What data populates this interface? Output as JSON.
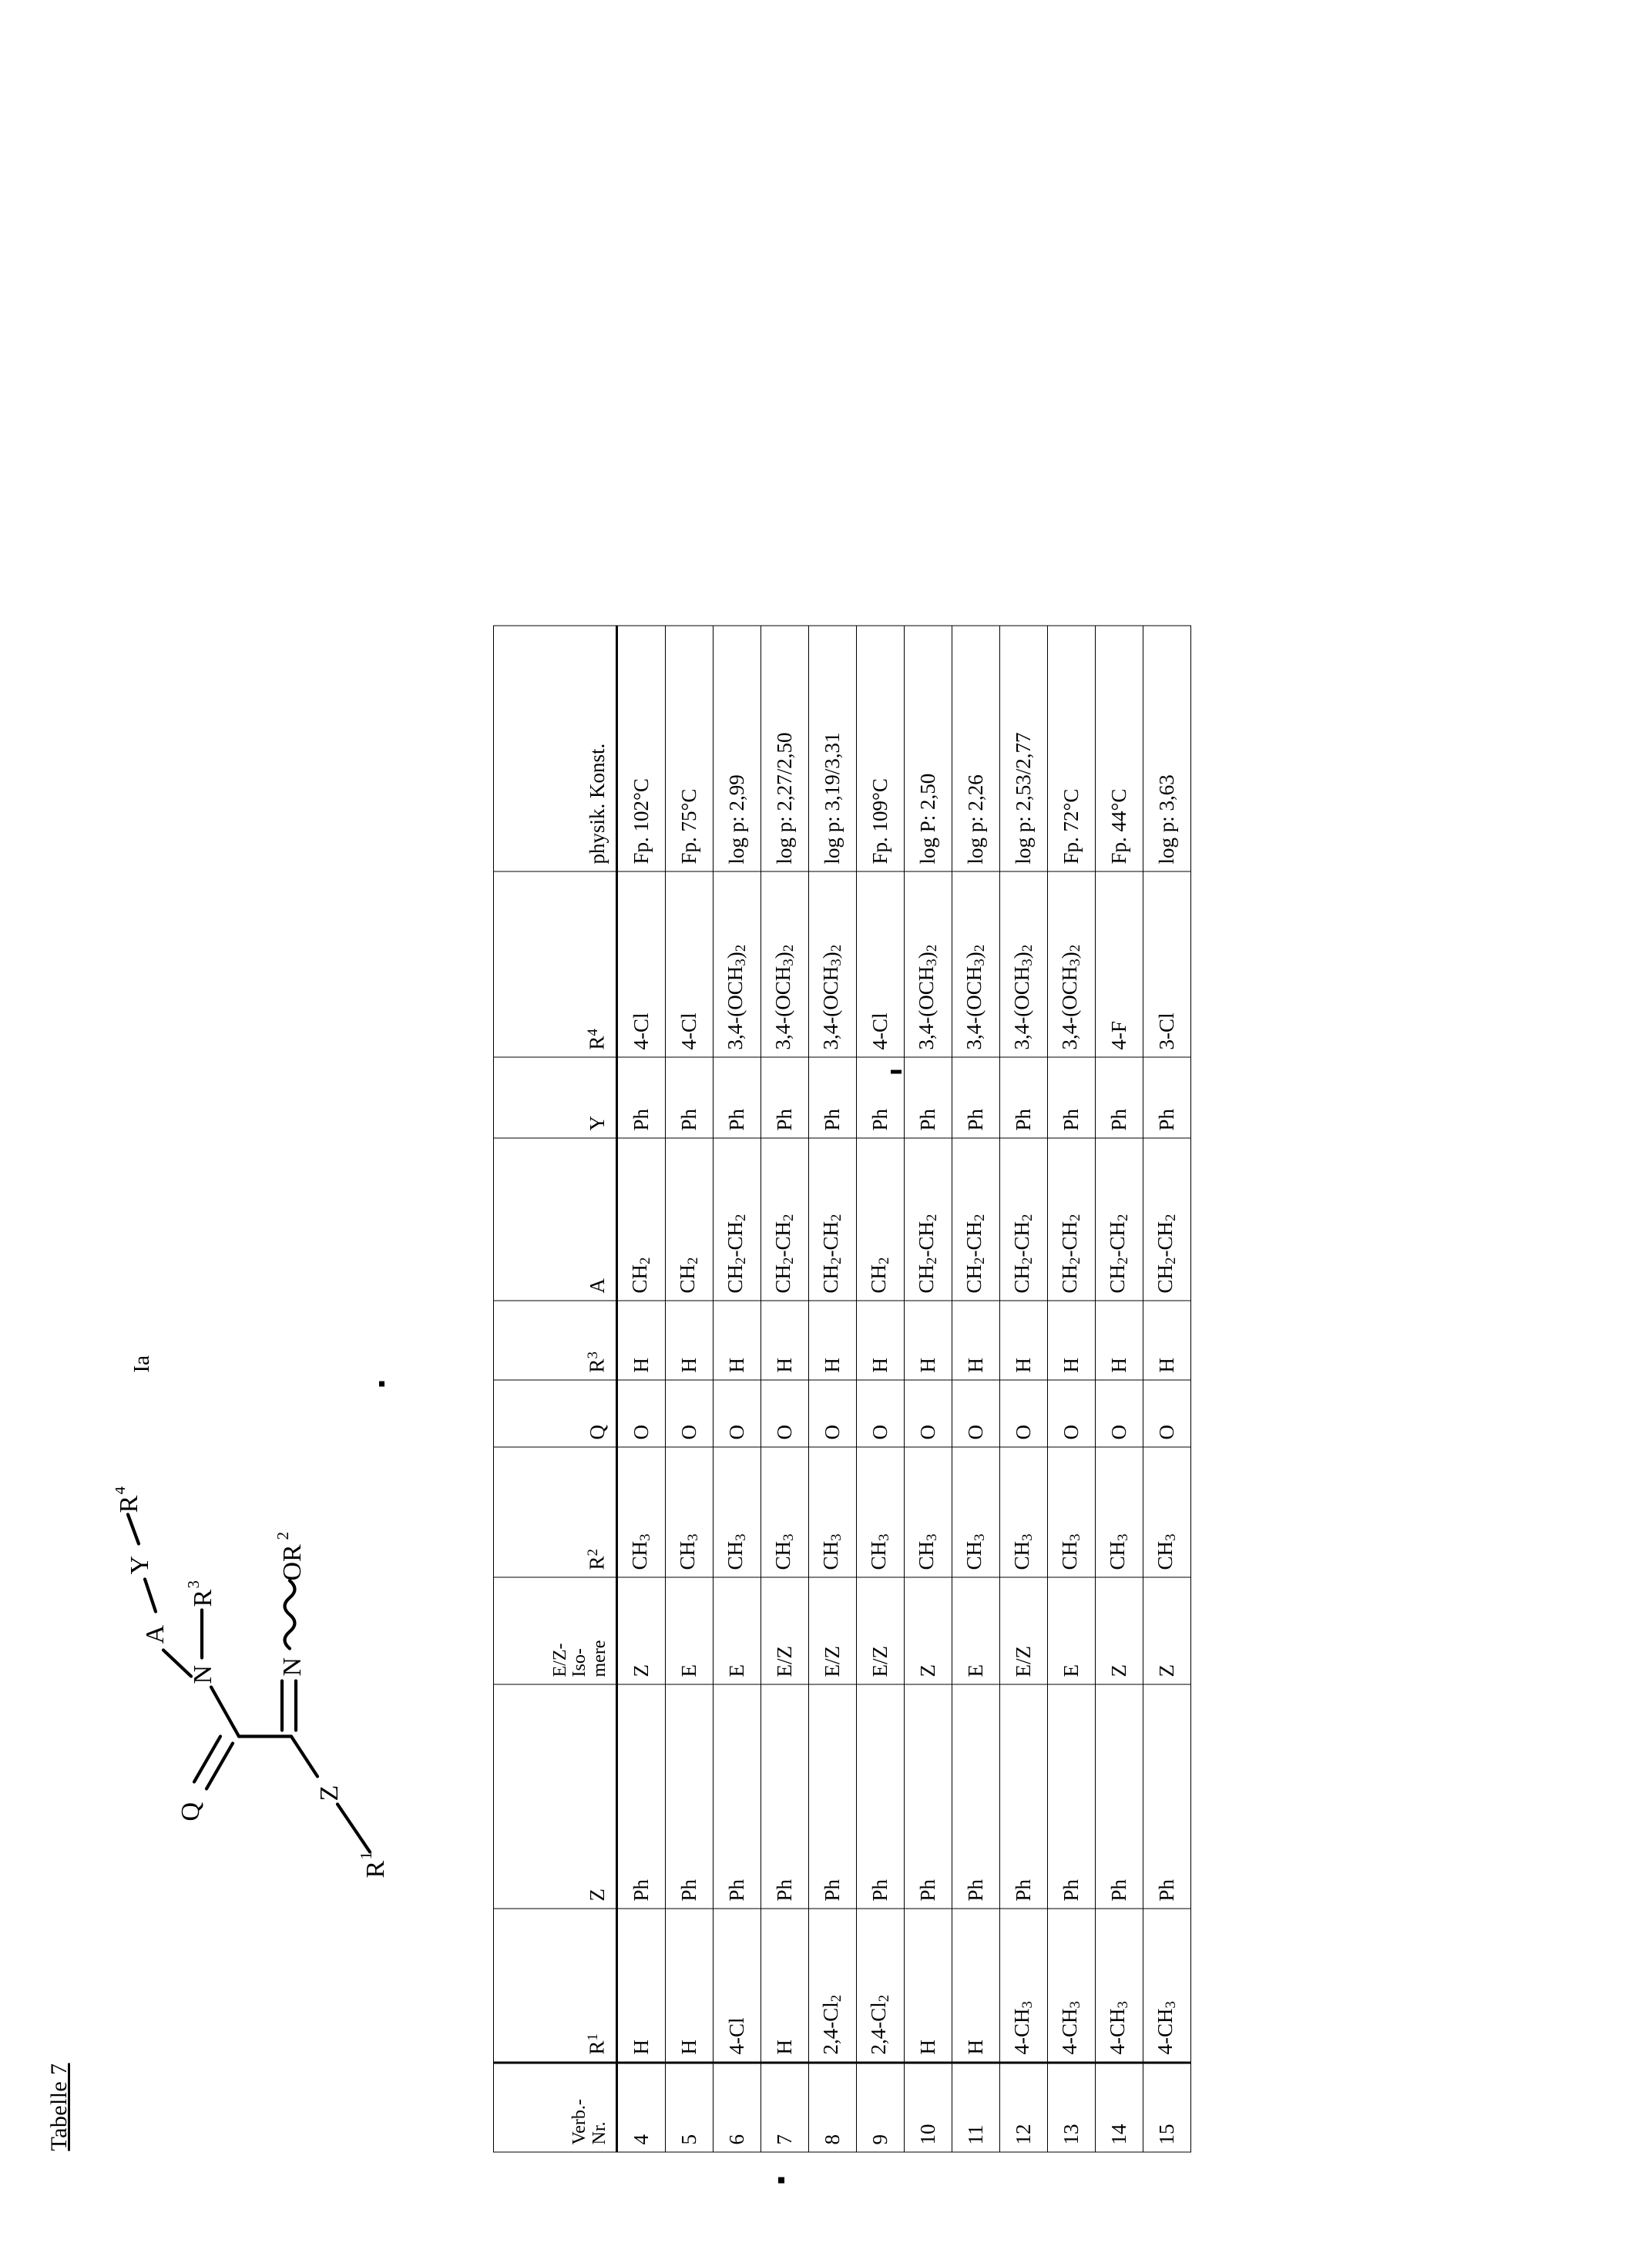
{
  "caption": "Tabelle 7",
  "formula": {
    "label": "Ia",
    "atoms": {
      "r1": "R",
      "r1_sup": "1",
      "z": "Z",
      "q": "Q",
      "n_amide": "N",
      "r3": "R",
      "r3_sup": "3",
      "a": "A",
      "y": "Y",
      "r4": "R",
      "r4_sup": "4",
      "n_imine": "N",
      "or2": "OR",
      "or2_sup": "2"
    }
  },
  "table": {
    "headers": [
      "Verb.-\nNr.",
      "R¹",
      "Z",
      "E/Z-\nIso-\nmere",
      "R²",
      "Q",
      "R³",
      "A",
      "Y",
      "R⁴",
      "physik. Konst."
    ],
    "header_plain": {
      "nr_line1": "Verb.-",
      "nr_line2": "Nr.",
      "r1": "R",
      "r1_sup": "1",
      "z": "Z",
      "ez_line1": "E/Z-",
      "ez_line2": "Iso-",
      "ez_line3": "mere",
      "r2": "R",
      "r2_sup": "2",
      "q": "Q",
      "r3": "R",
      "r3_sup": "3",
      "a": "A",
      "y": "Y",
      "r4": "R",
      "r4_sup": "4",
      "pk": "physik. Konst."
    },
    "rows": [
      {
        "nr": "4",
        "r1": "H",
        "z": "Ph",
        "ez": "Z",
        "r2": "CH3",
        "q": "O",
        "r3": "H",
        "a": "CH2",
        "y": "Ph",
        "r4": "4-Cl",
        "pk": "Fp. 102°C"
      },
      {
        "nr": "5",
        "r1": "H",
        "z": "Ph",
        "ez": "E",
        "r2": "CH3",
        "q": "O",
        "r3": "H",
        "a": "CH2",
        "y": "Ph",
        "r4": "4-Cl",
        "pk": "Fp. 75°C"
      },
      {
        "nr": "6",
        "r1": "4-Cl",
        "z": "Ph",
        "ez": "E",
        "r2": "CH3",
        "q": "O",
        "r3": "H",
        "a": "CH2-CH2",
        "y": "Ph",
        "r4": "3,4-(OCH3)2",
        "pk": "log p: 2,99"
      },
      {
        "nr": "7",
        "r1": "H",
        "z": "Ph",
        "ez": "E/Z",
        "r2": "CH3",
        "q": "O",
        "r3": "H",
        "a": "CH2-CH2",
        "y": "Ph",
        "r4": "3,4-(OCH3)2",
        "pk": "log p: 2,27/2,50"
      },
      {
        "nr": "8",
        "r1": "2,4-Cl2",
        "z": "Ph",
        "ez": "E/Z",
        "r2": "CH3",
        "q": "O",
        "r3": "H",
        "a": "CH2-CH2",
        "y": "Ph",
        "r4": "3,4-(OCH3)2",
        "pk": "log p: 3,19/3,31"
      },
      {
        "nr": "9",
        "r1": "2,4-Cl2",
        "z": "Ph",
        "ez": "E/Z",
        "r2": "CH3",
        "q": "O",
        "r3": "H",
        "a": "CH2",
        "y": "Ph",
        "r4": "4-Cl",
        "pk": "Fp. 109°C"
      },
      {
        "nr": "10",
        "r1": "H",
        "z": "Ph",
        "ez": "Z",
        "r2": "CH3",
        "q": "O",
        "r3": "H",
        "a": "CH2-CH2",
        "y": "Ph",
        "r4": "3,4-(OCH3)2",
        "pk": "log P: 2,50"
      },
      {
        "nr": "11",
        "r1": "H",
        "z": "Ph",
        "ez": "E",
        "r2": "CH3",
        "q": "O",
        "r3": "H",
        "a": "CH2-CH2",
        "y": "Ph",
        "r4": "3,4-(OCH3)2",
        "pk": "log p: 2,26"
      },
      {
        "nr": "12",
        "r1": "4-CH3",
        "z": "Ph",
        "ez": "E/Z",
        "r2": "CH3",
        "q": "O",
        "r3": "H",
        "a": "CH2-CH2",
        "y": "Ph",
        "r4": "3,4-(OCH3)2",
        "pk": "log p: 2,53/2,77"
      },
      {
        "nr": "13",
        "r1": "4-CH3",
        "z": "Ph",
        "ez": "E",
        "r2": "CH3",
        "q": "O",
        "r3": "H",
        "a": "CH2-CH2",
        "y": "Ph",
        "r4": "3,4-(OCH3)2",
        "pk": "Fp. 72°C"
      },
      {
        "nr": "14",
        "r1": "4-CH3",
        "z": "Ph",
        "ez": "Z",
        "r2": "CH3",
        "q": "O",
        "r3": "H",
        "a": "CH2-CH2",
        "y": "Ph",
        "r4": "4-F",
        "pk": "Fp. 44°C"
      },
      {
        "nr": "15",
        "r1": "4-CH3",
        "z": "Ph",
        "ez": "Z",
        "r2": "CH3",
        "q": "O",
        "r3": "H",
        "a": "CH2-CH2",
        "y": "Ph",
        "r4": "3-Cl",
        "pk": "log p: 3,63"
      }
    ]
  }
}
